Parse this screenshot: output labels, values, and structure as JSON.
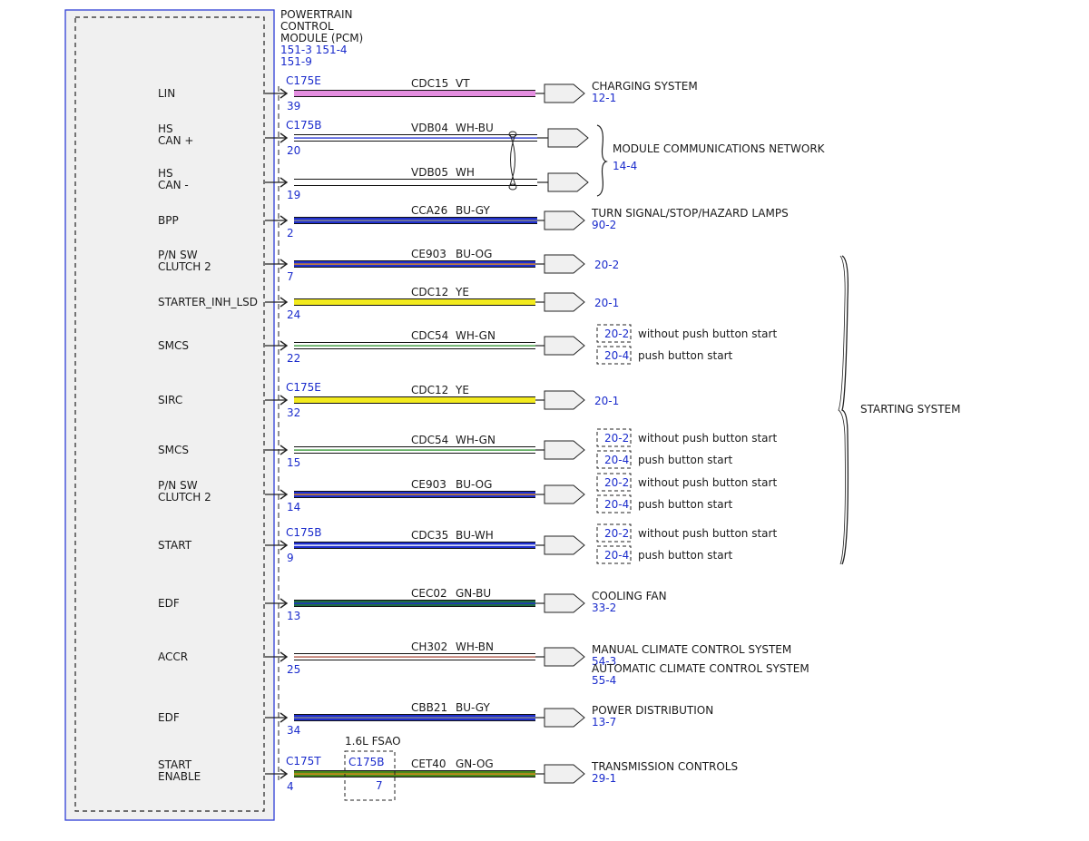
{
  "module": {
    "lines": [
      "POWERTRAIN",
      "CONTROL",
      "MODULE (PCM)"
    ],
    "ref1": "151-3  151-4",
    "ref2": "151-9",
    "colors": {
      "frame": "#2f3fd6",
      "refs": "#1a2bcc",
      "text": "#1a1a1a"
    }
  },
  "circuits": [
    {
      "signal": [
        "LIN"
      ],
      "connector": "C175E",
      "pin": "39",
      "circuit": "CDC15",
      "wire_color": "VT",
      "stripe": [
        "#e48ee0",
        "#e48ee0"
      ],
      "dest": [
        "CHARGING SYSTEM"
      ],
      "dest_ref": "12-1",
      "options": []
    },
    {
      "signal": [
        "HS",
        "CAN +"
      ],
      "connector": "C175B",
      "pin": "20",
      "circuit": "VDB04",
      "wire_color": "WH-BU",
      "stripe": [
        "#ffffff",
        "#2b3ad4"
      ],
      "dest": [],
      "dest_ref": "",
      "options": []
    },
    {
      "signal": [
        "HS",
        "CAN -"
      ],
      "connector": "",
      "pin": "19",
      "circuit": "VDB05",
      "wire_color": "WH",
      "stripe": [
        "#ffffff",
        "#ffffff"
      ],
      "dest": [],
      "dest_ref": "",
      "options": []
    },
    {
      "signal": [
        "BPP"
      ],
      "connector": "",
      "pin": "2",
      "circuit": "CCA26",
      "wire_color": "BU-GY",
      "stripe": [
        "#1f2fcf",
        "#8a8a8a"
      ],
      "dest": [
        "TURN SIGNAL/STOP/HAZARD LAMPS"
      ],
      "dest_ref": "90-2",
      "options": []
    },
    {
      "signal": [
        "P/N SW",
        "CLUTCH 2"
      ],
      "connector": "",
      "pin": "7",
      "circuit": "CE903",
      "wire_color": "BU-OG",
      "stripe": [
        "#1f2fcf",
        "#e08a1f"
      ],
      "dest": [],
      "dest_ref": "20-2",
      "options": []
    },
    {
      "signal": [
        "STARTER_INH_LSD"
      ],
      "connector": "",
      "pin": "24",
      "circuit": "CDC12",
      "wire_color": "YE",
      "stripe": [
        "#f2ea1e",
        "#f2ea1e"
      ],
      "dest": [],
      "dest_ref": "20-1",
      "options": []
    },
    {
      "signal": [
        "SMCS"
      ],
      "connector": "",
      "pin": "22",
      "circuit": "CDC54",
      "wire_color": "WH-GN",
      "stripe": [
        "#ffffff",
        "#3a9a3a"
      ],
      "dest": [],
      "dest_ref": "",
      "options": [
        {
          "ref": "20-2",
          "text": "without push button start"
        },
        {
          "ref": "20-4",
          "text": "push button start"
        }
      ]
    },
    {
      "signal": [
        "SIRC"
      ],
      "connector": "C175E",
      "pin": "32",
      "circuit": "CDC12",
      "wire_color": "YE",
      "stripe": [
        "#f2ea1e",
        "#f2ea1e"
      ],
      "dest": [],
      "dest_ref": "20-1",
      "options": []
    },
    {
      "signal": [
        "SMCS"
      ],
      "connector": "",
      "pin": "15",
      "circuit": "CDC54",
      "wire_color": "WH-GN",
      "stripe": [
        "#ffffff",
        "#3a9a3a"
      ],
      "dest": [],
      "dest_ref": "",
      "options": [
        {
          "ref": "20-2",
          "text": "without push button start"
        },
        {
          "ref": "20-4",
          "text": "push button start"
        }
      ]
    },
    {
      "signal": [
        "P/N SW",
        "CLUTCH 2"
      ],
      "connector": "",
      "pin": "14",
      "circuit": "CE903",
      "wire_color": "BU-OG",
      "stripe": [
        "#1f2fcf",
        "#e08a1f"
      ],
      "dest": [],
      "dest_ref": "",
      "options": [
        {
          "ref": "20-2",
          "text": "without push button start"
        },
        {
          "ref": "20-4",
          "text": "push button start"
        }
      ]
    },
    {
      "signal": [
        "START"
      ],
      "connector": "C175B",
      "pin": "9",
      "circuit": "CDC35",
      "wire_color": "BU-WH",
      "stripe": [
        "#1f2fcf",
        "#ffffff"
      ],
      "dest": [],
      "dest_ref": "",
      "options": [
        {
          "ref": "20-2",
          "text": "without push button start"
        },
        {
          "ref": "20-4",
          "text": "push button start"
        }
      ]
    },
    {
      "signal": [
        "EDF"
      ],
      "connector": "",
      "pin": "13",
      "circuit": "CEC02",
      "wire_color": "GN-BU",
      "stripe": [
        "#1e6e45",
        "#1f2fcf"
      ],
      "dest": [
        "COOLING FAN"
      ],
      "dest_ref": "33-2",
      "options": []
    },
    {
      "signal": [
        "ACCR"
      ],
      "connector": "",
      "pin": "25",
      "circuit": "CH302",
      "wire_color": "WH-BN",
      "stripe": [
        "#ffffff",
        "#b05a4a"
      ],
      "dest": [
        "MANUAL CLIMATE CONTROL SYSTEM"
      ],
      "dest_ref": "54-3",
      "dest2": "AUTOMATIC CLIMATE CONTROL SYSTEM",
      "dest2_ref": "55-4",
      "options": []
    },
    {
      "signal": [
        "EDF"
      ],
      "connector": "",
      "pin": "34",
      "circuit": "CBB21",
      "wire_color": "BU-GY",
      "stripe": [
        "#1f2fcf",
        "#8a8a8a"
      ],
      "dest": [
        "POWER DISTRIBUTION"
      ],
      "dest_ref": "13-7",
      "options": []
    },
    {
      "signal": [
        "START",
        "ENABLE"
      ],
      "connector": "C175T",
      "pin": "4",
      "circuit": "CET40",
      "wire_color": "GN-OG",
      "stripe": [
        "#4a8a1a",
        "#e08a1f"
      ],
      "dest": [
        "TRANSMISSION CONTROLS"
      ],
      "dest_ref": "29-1",
      "options": []
    }
  ],
  "network_group": {
    "label": "MODULE COMMUNICATIONS NETWORK",
    "ref": "14-4"
  },
  "starting_group": {
    "label": "STARTING SYSTEM"
  },
  "inline_connector": {
    "variant": "1.6L FSAO",
    "name": "C175B",
    "pin": "7"
  }
}
